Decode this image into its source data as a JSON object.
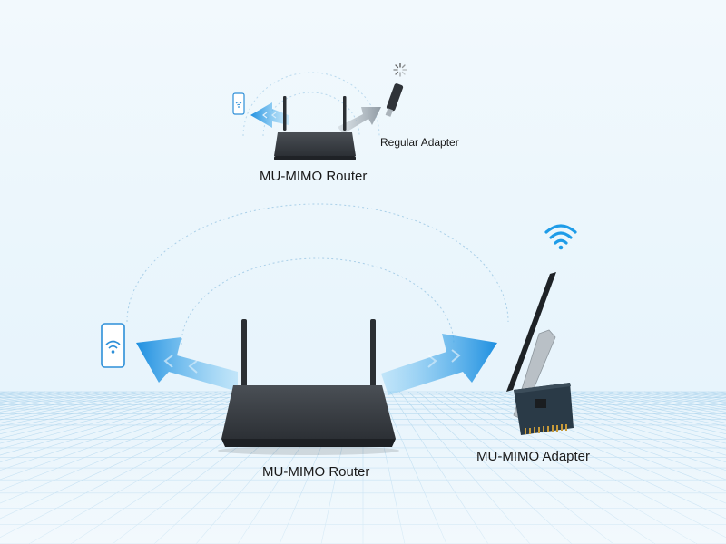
{
  "labels": {
    "top_router": "MU-MIMO Router",
    "regular_adapter": "Regular Adapter",
    "bottom_router": "MU-MIMO Router",
    "mumimo_adapter": "MU-MIMO Adapter"
  },
  "icons": [
    "phone-wifi-icon",
    "wifi-signal-icon",
    "loading-spinner-icon",
    "usb-adapter-icon",
    "pcie-adapter-icon",
    "router-icon"
  ],
  "colors": {
    "accent_blue": "#1e9ce8",
    "router_body": "#2f3338",
    "grey_stream": "#8f9aa3",
    "label_text": "#1a1a1a"
  }
}
